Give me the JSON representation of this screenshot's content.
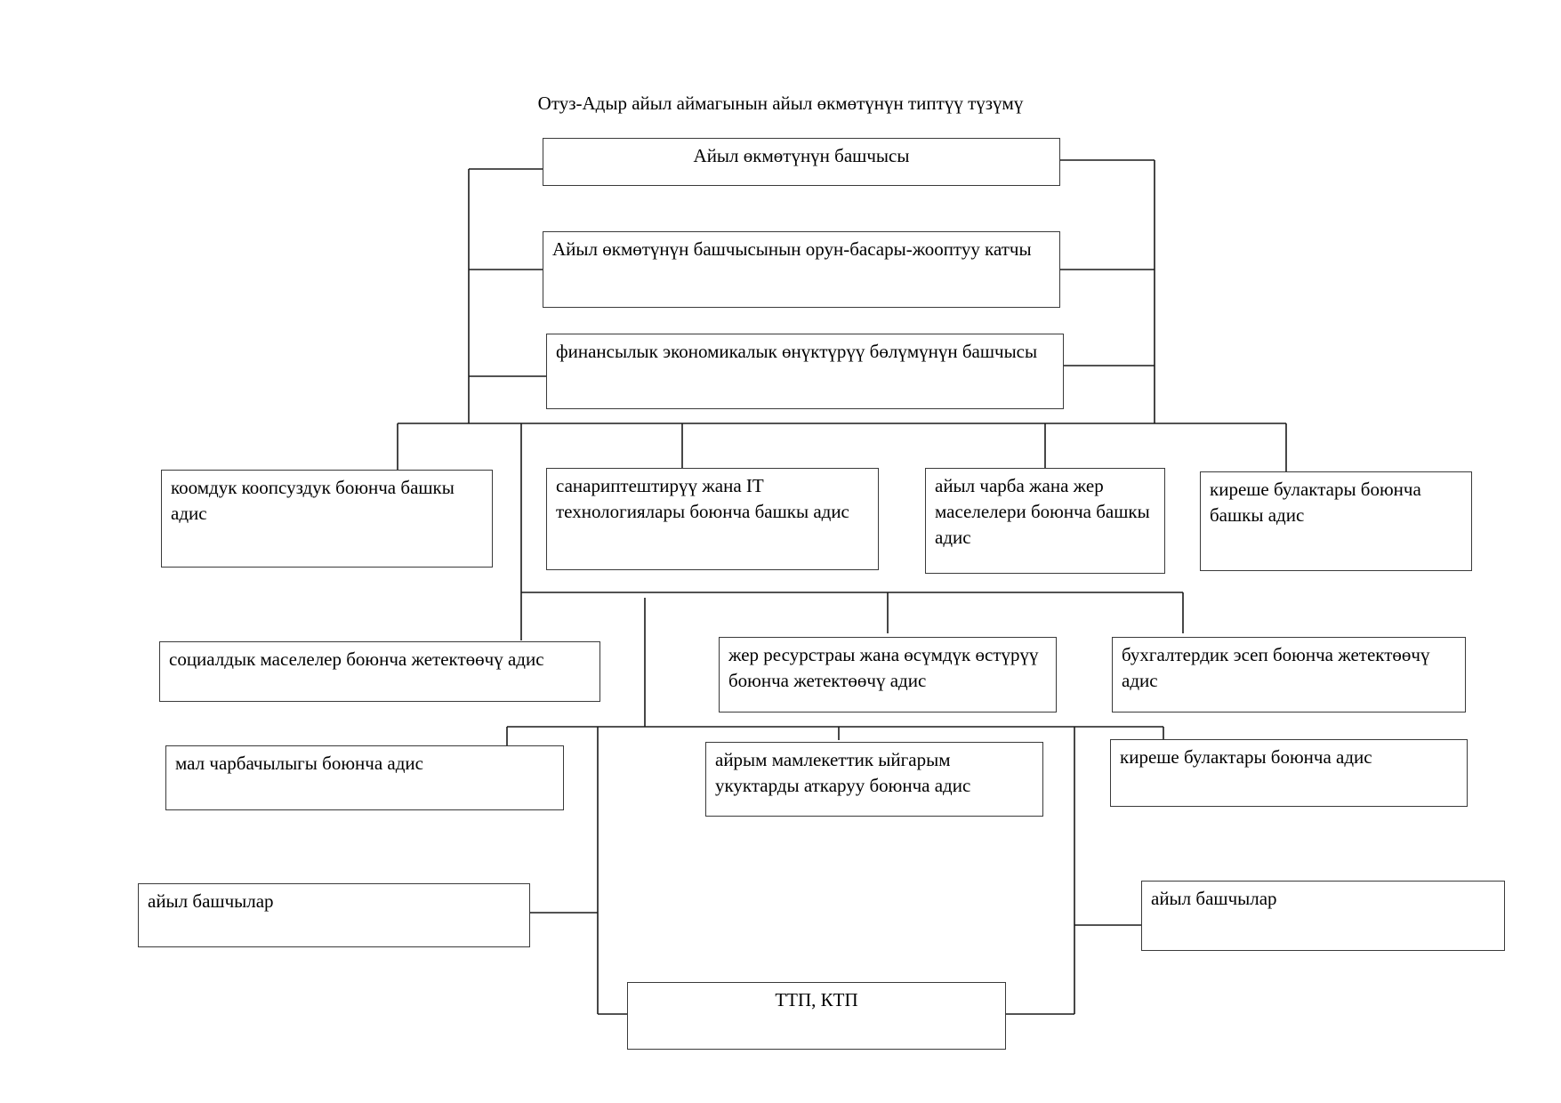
{
  "title": "Отуз-Адыр айыл аймагынын айыл өкмөтүнүн типтүү түзүмү",
  "boxes": {
    "head": "Айыл өкмөтүнүн башчысы",
    "deputy": "Айыл өкмөтүнүн башчысынын орун-басары-жооптуу катчы",
    "finance": "финансылык экономикалык өнүктүрүү бөлүмүнүн башчысы",
    "security": "коомдук коопсуздук боюнча башкы адис",
    "digital": "санариптештирүү жана IT технологиялары боюнча башкы адис",
    "agri": "айыл чарба жана жер маселелери  боюнча башкы адис",
    "income_chief": "киреше булактары боюнча башкы адис",
    "social": "социалдык маселелер боюнча жетектөөчү адис",
    "land": "жер ресурстраы жана өсүмдүк өстүрүү боюнча жетектөөчү адис",
    "accounting": "бухгалтердик эсеп боюнча жетектөөчү адис",
    "livestock": "мал чарбачылыгы боюнча адис",
    "state_fees": "айрым мамлекеттик ыйгарым укуктарды аткаруу боюнча адис",
    "income": "киреше булактары боюнча адис",
    "village_left": "айыл башчылар",
    "village_right": "айыл башчылар",
    "ttp": "ТТП, КТП"
  }
}
